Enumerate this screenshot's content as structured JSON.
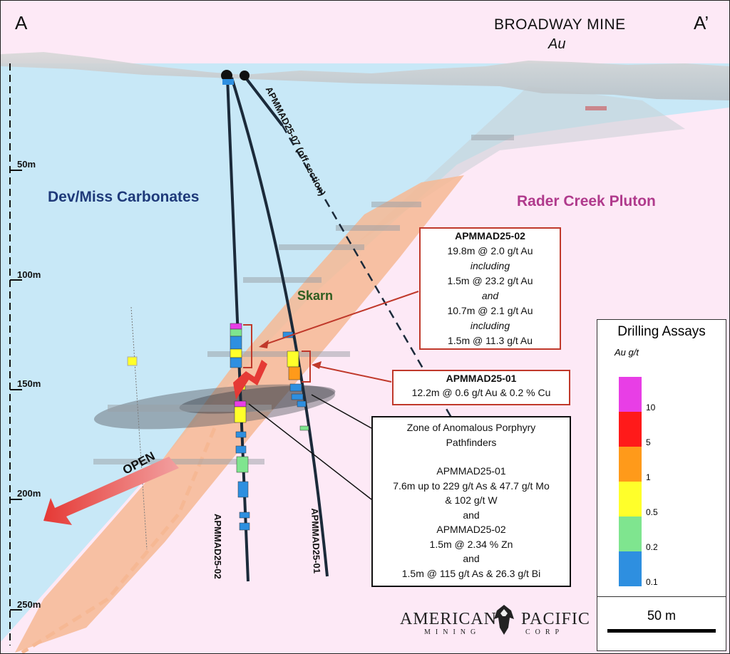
{
  "section": {
    "left_label": "A",
    "right_label": "A’"
  },
  "mine": {
    "title": "BROADWAY MINE",
    "subtitle": "Au"
  },
  "units": {
    "carbonates": "Dev/Miss Carbonates",
    "pluton": "Rader Creek Pluton",
    "skarn": "Skarn"
  },
  "depth_labels": [
    "50m",
    "100m",
    "150m",
    "200m",
    "250m"
  ],
  "holes": {
    "h02": "APMMAD25-02",
    "h01": "APMMAD25-01",
    "h07": "APMMAD25-07 (off section)"
  },
  "open_label": "OPEN",
  "callout_02": {
    "title": "APMMAD25-02",
    "lines": [
      "19.8m @ 2.0 g/t Au",
      "including",
      "1.5m @ 23.2 g/t Au",
      "and",
      "10.7m @ 2.1 g/t Au",
      "including",
      "1.5m @ 11.3 g/t Au"
    ]
  },
  "callout_01": {
    "title": "APMMAD25-01",
    "line": "12.2m @ 0.6 g/t Au & 0.2 % Cu"
  },
  "callout_zone": {
    "title1": "Zone of Anomalous Porphyry",
    "title2": "Pathfinders",
    "lines": [
      "APMMAD25-01",
      "7.6m up to 229 g/t As & 47.7 g/t Mo",
      "& 102 g/t W",
      "and",
      "APMMAD25-02",
      "1.5m @ 2.34 % Zn",
      "and",
      "1.5m @ 115 g/t As & 26.3 g/t Bi"
    ]
  },
  "legend": {
    "title": "Drilling Assays",
    "unit": "Au g/t",
    "ticks": [
      "10",
      "5",
      "1",
      "0.5",
      "0.2",
      "0.1"
    ],
    "colors": [
      "#e83ee6",
      "#ff1a1a",
      "#ff9a1a",
      "#ffff2a",
      "#7fe58f",
      "#2e8fe0"
    ],
    "scale_label": "50 m"
  },
  "logo": {
    "word1": "AMERICAN",
    "word2": "PACIFIC",
    "sub1": "MINING",
    "sub2": "CORP"
  },
  "colors": {
    "carbonates": "#c8e8f7",
    "pluton": "#fde9f6",
    "skarn": "#f6b894",
    "callout_border": "#c0392b",
    "open_arrow": "#e53935"
  }
}
